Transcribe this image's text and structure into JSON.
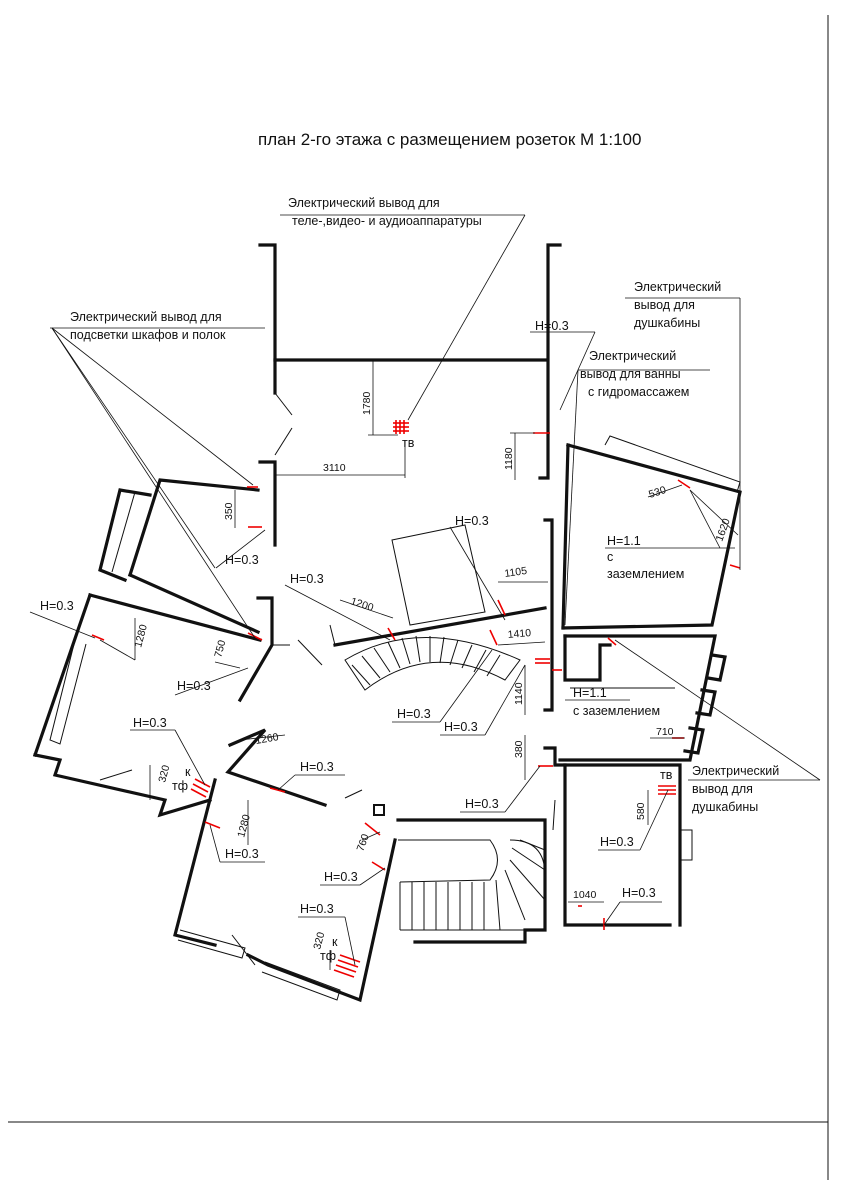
{
  "title": "план 2-го этажа с размещением розеток М 1:100",
  "notes": {
    "tv_outlet_line1": "Электрический вывод для",
    "tv_outlet_line2": "теле-,видео- и аудиоаппаратуры",
    "lighting_line1": "Электрический вывод для",
    "lighting_line2": "подсветки шкафов и полок",
    "shower_top_line1": "Электрический",
    "shower_top_line2": "вывод для",
    "shower_top_line3": "душкабины",
    "bath_line1": "Электрический",
    "bath_line2": "вывод для ванны",
    "bath_line3": "с гидромассажем",
    "shower_bottom_line1": "Электрический",
    "shower_bottom_line2": "вывод для",
    "shower_bottom_line3": "душкабины"
  },
  "heights": {
    "h03": "Н=0.3",
    "h11": "Н=1.1",
    "s": "с",
    "ground": "заземлением",
    "s_ground": "с заземлением"
  },
  "symbols": {
    "tv": "тв",
    "k": "к",
    "tf": "тф"
  },
  "dimensions": {
    "d1780": "1780",
    "d3110": "3110",
    "d1180": "1180",
    "d350": "350",
    "d530": "530",
    "d1620": "1620",
    "d1105": "1105",
    "d1200": "1200",
    "d1410": "1410",
    "d1280a": "1280",
    "d750": "750",
    "d1140": "1140",
    "d710": "710",
    "d380": "380",
    "d320a": "320",
    "d1260": "1260",
    "d1280b": "1280",
    "d580": "580",
    "d760": "760",
    "d1040": "1040",
    "d320b": "320"
  }
}
